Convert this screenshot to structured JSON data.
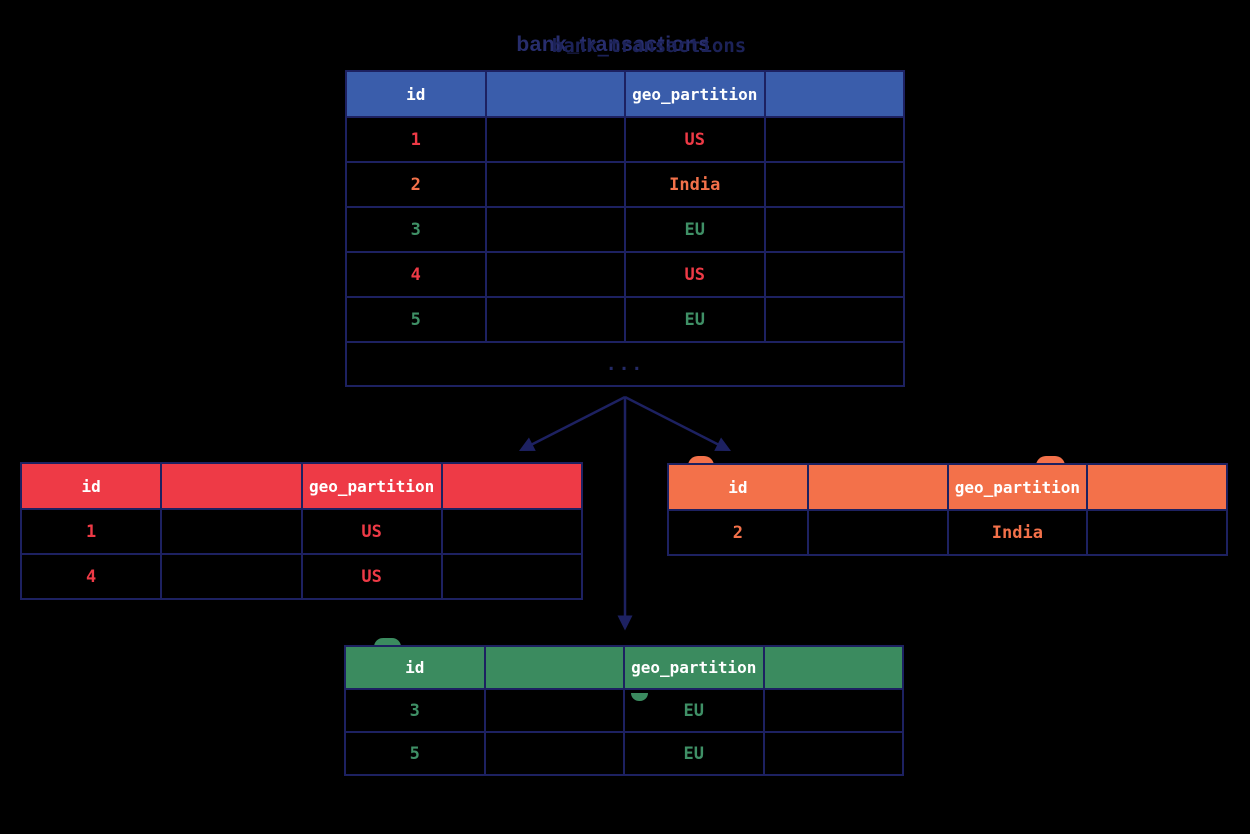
{
  "title": {
    "text": "bank_transactions"
  },
  "colors": {
    "background": "#000000",
    "border": "#1d2161",
    "title": "#272d6c",
    "title_overlap": "#1c2258",
    "dots": "#242a66",
    "header_text": "#ffffff",
    "blue": "#3a5dab",
    "red": "#ee3a46",
    "orange": "#f3714a",
    "green": "#3b8b5f",
    "green_text": "#3f9066"
  },
  "tables": {
    "main": {
      "columns": [
        "id",
        "",
        "geo_partition",
        ""
      ],
      "rows": [
        {
          "cells": [
            "1",
            "",
            "US",
            ""
          ],
          "value_color": "red"
        },
        {
          "cells": [
            "2",
            "",
            "India",
            ""
          ],
          "value_color": "orange"
        },
        {
          "cells": [
            "3",
            "",
            "EU",
            ""
          ],
          "value_color": "green_text"
        },
        {
          "cells": [
            "4",
            "",
            "US",
            ""
          ],
          "value_color": "red"
        },
        {
          "cells": [
            "5",
            "",
            "EU",
            ""
          ],
          "value_color": "green_text"
        }
      ],
      "ellipsis": "..."
    },
    "us": {
      "columns": [
        "id",
        "",
        "geo_partition",
        ""
      ],
      "rows": [
        {
          "cells": [
            "1",
            "",
            "US",
            ""
          ],
          "value_color": "red"
        },
        {
          "cells": [
            "4",
            "",
            "US",
            ""
          ],
          "value_color": "red"
        }
      ]
    },
    "india": {
      "columns": [
        "id",
        "",
        "geo_partition",
        ""
      ],
      "rows": [
        {
          "cells": [
            "2",
            "",
            "India",
            ""
          ],
          "value_color": "orange"
        }
      ]
    },
    "eu": {
      "columns": [
        "id",
        "",
        "geo_partition",
        ""
      ],
      "rows": [
        {
          "cells": [
            "3",
            "",
            "EU",
            ""
          ],
          "value_color": "green_text"
        },
        {
          "cells": [
            "5",
            "",
            "EU",
            ""
          ],
          "value_color": "green_text"
        }
      ]
    }
  }
}
